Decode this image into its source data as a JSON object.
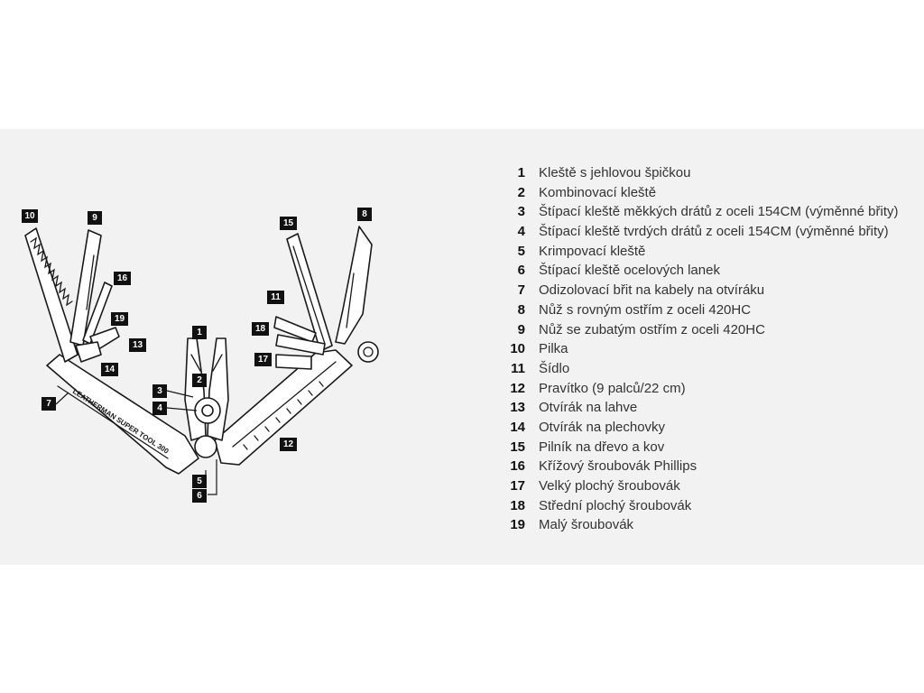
{
  "diagram": {
    "brand_text": "LEATHERMAN SUPER TOOL 300",
    "callouts": [
      "1",
      "2",
      "3",
      "4",
      "5",
      "6",
      "7",
      "8",
      "9",
      "10",
      "11",
      "12",
      "13",
      "14",
      "15",
      "16",
      "17",
      "18",
      "19"
    ]
  },
  "legend": [
    {
      "num": "1",
      "label": "Kleště s jehlovou špičkou"
    },
    {
      "num": "2",
      "label": "Kombinovací kleště"
    },
    {
      "num": "3",
      "label": "Štípací kleště měkkých drátů z oceli 154CM (výměnné břity)"
    },
    {
      "num": "4",
      "label": "Štípací kleště tvrdých drátů z oceli 154CM (výměnné břity)"
    },
    {
      "num": "5",
      "label": "Krimpovací kleště"
    },
    {
      "num": "6",
      "label": "Štípací kleště ocelových lanek"
    },
    {
      "num": "7",
      "label": "Odizolovací břit na kabely na otvíráku"
    },
    {
      "num": "8",
      "label": "Nůž s rovným ostřím z oceli 420HC"
    },
    {
      "num": "9",
      "label": "Nůž se zubatým ostřím z oceli 420HC"
    },
    {
      "num": "10",
      "label": "Pilka"
    },
    {
      "num": "11",
      "label": "Šídlo"
    },
    {
      "num": "12",
      "label": "Pravítko (9 palců/22 cm)"
    },
    {
      "num": "13",
      "label": "Otvírák na lahve"
    },
    {
      "num": "14",
      "label": "Otvírák na plechovky"
    },
    {
      "num": "15",
      "label": "Pilník na dřevo a kov"
    },
    {
      "num": "16",
      "label": "Křížový šroubovák Phillips"
    },
    {
      "num": "17",
      "label": "Velký plochý šroubovák"
    },
    {
      "num": "18",
      "label": "Střední plochý šroubovák"
    },
    {
      "num": "19",
      "label": "Malý šroubovák"
    }
  ]
}
